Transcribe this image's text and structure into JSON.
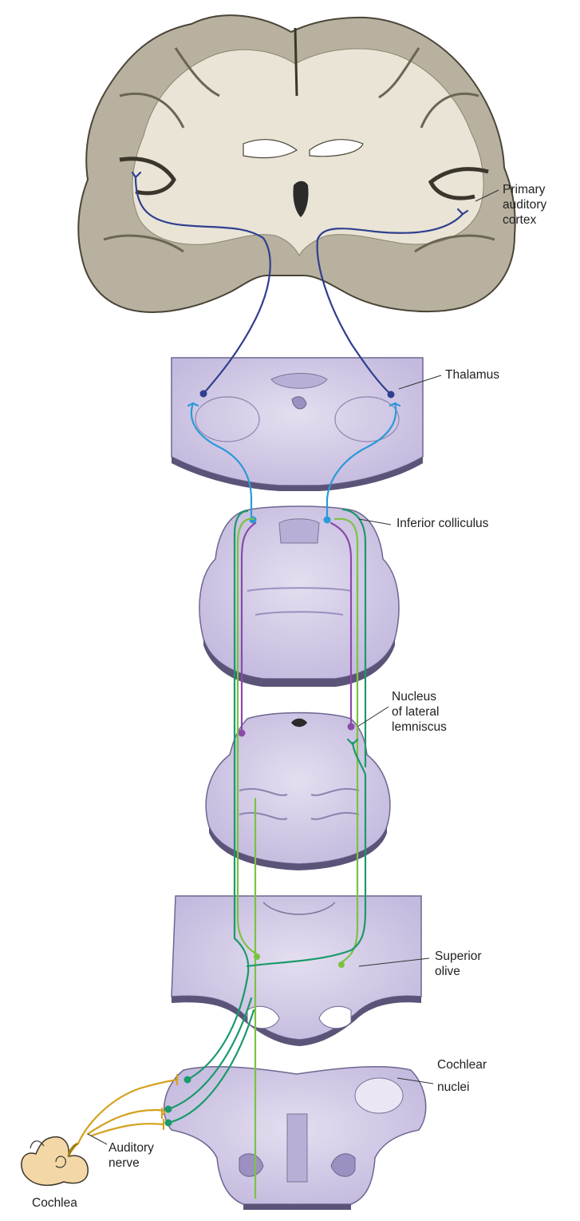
{
  "labels": {
    "primary_auditory_cortex": [
      "Primary",
      "auditory",
      "cortex"
    ],
    "thalamus": "Thalamus",
    "inferior_colliculus": "Inferior colliculus",
    "nucleus_lateral_lemniscus": [
      "Nucleus",
      "of lateral",
      "lemniscus"
    ],
    "superior_olive": [
      "Superior",
      "olive"
    ],
    "cochlear_nuclei": [
      "Cochlear",
      "nuclei"
    ],
    "auditory_nerve": [
      "Auditory",
      "nerve"
    ],
    "cochlea": "Cochlea"
  },
  "colors": {
    "cortex_pathway": "#2f3f8f",
    "thalamic_pathway": "#2a9ad8",
    "lemniscus_pathway": "#8a4aa8",
    "olive_light_pathway": "#7cc242",
    "olive_dark_pathway": "#1a9a6a",
    "auditory_nerve": "#d4a11e",
    "brain_gray_matter": "#b9b2a0",
    "brain_white_matter": "#e9e4d6",
    "brainstem_section": "#cfc8e2",
    "cochlea_fill": "#f3d7a6"
  }
}
